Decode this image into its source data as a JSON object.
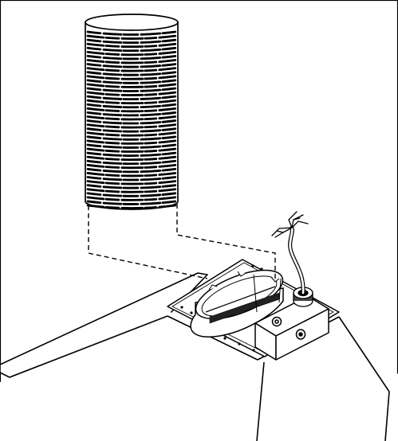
{
  "figure": {
    "kind": "installation-diagram",
    "parts": [
      "flexible-duct-hose",
      "duct-adapter-collar",
      "power-cable",
      "cable-grommet",
      "electrical-junction-box",
      "hood-chimney-body",
      "hood-mounting-plate"
    ],
    "colors": {
      "line": "#000000",
      "background": "#ffffff",
      "fill": "#ffffff"
    },
    "duct_ribs": 44
  }
}
